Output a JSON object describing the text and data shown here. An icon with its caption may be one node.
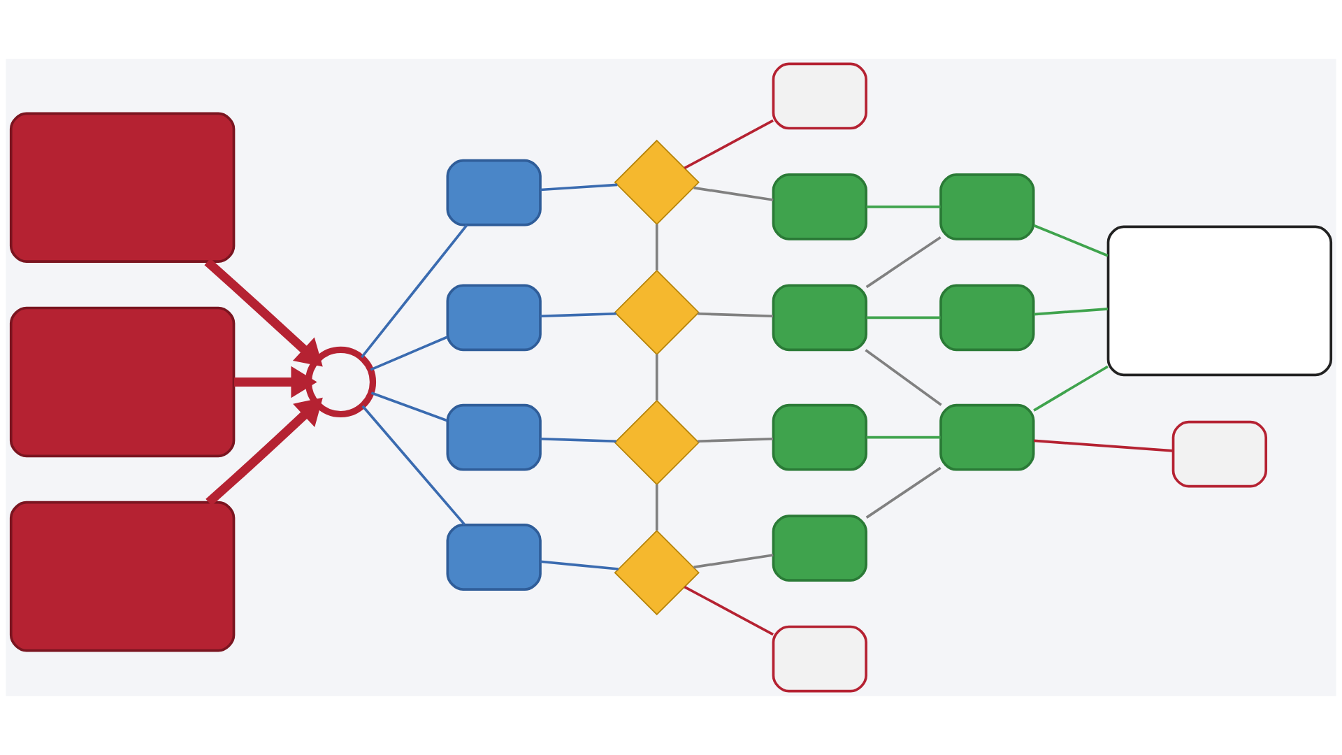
{
  "diagram": {
    "nodes": [
      {
        "text": [],
        "shape": "box"
      },
      {
        "text": [],
        "shape": "box"
      },
      {
        "text": [],
        "shape": "box"
      },
      {
        "text": [],
        "shape": "ring"
      },
      {
        "text": [],
        "shape": "box"
      },
      {
        "text": [],
        "shape": "box"
      },
      {
        "text": [],
        "shape": "box"
      },
      {
        "text": [],
        "shape": "box"
      },
      {
        "text": [],
        "shape": "diamond"
      },
      {
        "text": [],
        "shape": "diamond"
      },
      {
        "text": [],
        "shape": "diamond"
      },
      {
        "text": [],
        "shape": "diamond"
      },
      {
        "text": [],
        "shape": "box"
      },
      {
        "text": [],
        "shape": "box"
      },
      {
        "text": [],
        "shape": "box"
      },
      {
        "text": [],
        "shape": "box"
      },
      {
        "text": [],
        "shape": "box"
      },
      {
        "text": [],
        "shape": "box"
      },
      {
        "text": [],
        "shape": "box"
      },
      {
        "text": [],
        "shape": "box"
      },
      {
        "text": [],
        "shape": "box"
      },
      {
        "text": [],
        "shape": "box"
      },
      {
        "text": [],
        "shape": "box"
      }
    ],
    "edges": [
      {
        "from": 0,
        "to": 3,
        "arrow": "to",
        "style": "thick",
        "color": "#b52232"
      },
      {
        "from": 1,
        "to": 3,
        "arrow": "to",
        "style": "thick",
        "color": "#b52232"
      },
      {
        "from": 2,
        "to": 3,
        "arrow": "to",
        "style": "thick",
        "color": "#b52232"
      },
      {
        "from": 3,
        "to": 4,
        "arrow": "none",
        "color": "#3a6bb0"
      },
      {
        "from": 3,
        "to": 5,
        "arrow": "none",
        "color": "#3a6bb0"
      },
      {
        "from": 3,
        "to": 6,
        "arrow": "none",
        "color": "#3a6bb0"
      },
      {
        "from": 3,
        "to": 7,
        "arrow": "none",
        "color": "#3a6bb0"
      },
      {
        "from": 4,
        "to": 8,
        "arrow": "none",
        "color": "#3a6bb0"
      },
      {
        "from": 5,
        "to": 9,
        "arrow": "none",
        "color": "#3a6bb0"
      },
      {
        "from": 6,
        "to": 10,
        "arrow": "none",
        "color": "#3a6bb0"
      },
      {
        "from": 7,
        "to": 11,
        "arrow": "none",
        "color": "#3a6bb0"
      },
      {
        "from": 8,
        "to": 9,
        "arrow": "none"
      },
      {
        "from": 9,
        "to": 10,
        "arrow": "none"
      },
      {
        "from": 10,
        "to": 11,
        "arrow": "none"
      },
      {
        "from": 8,
        "to": 12,
        "arrow": "none",
        "color": "#b52232"
      },
      {
        "from": 11,
        "to": 21,
        "arrow": "none",
        "color": "#b52232"
      },
      {
        "from": 8,
        "to": 13,
        "arrow": "none"
      },
      {
        "from": 9,
        "to": 14,
        "arrow": "none"
      },
      {
        "from": 10,
        "to": 15,
        "arrow": "none"
      },
      {
        "from": 11,
        "to": 16,
        "arrow": "none"
      },
      {
        "from": 13,
        "to": 17,
        "arrow": "none",
        "color": "#3fa34d"
      },
      {
        "from": 14,
        "to": 18,
        "arrow": "none",
        "color": "#3fa34d"
      },
      {
        "from": 15,
        "to": 19,
        "arrow": "none",
        "color": "#3fa34d"
      },
      {
        "from": 17,
        "to": 14,
        "arrow": "none"
      },
      {
        "from": 14,
        "to": 19,
        "arrow": "none"
      },
      {
        "from": 16,
        "to": 19,
        "arrow": "none"
      },
      {
        "from": 19,
        "to": 20,
        "arrow": "none",
        "color": "#b52232"
      },
      {
        "from": 17,
        "to": 22,
        "arrow": "none",
        "color": "#3fa34d"
      },
      {
        "from": 18,
        "to": 22,
        "arrow": "none",
        "color": "#3fa34d"
      },
      {
        "from": 19,
        "to": 22,
        "arrow": "none",
        "color": "#3fa34d"
      }
    ]
  }
}
